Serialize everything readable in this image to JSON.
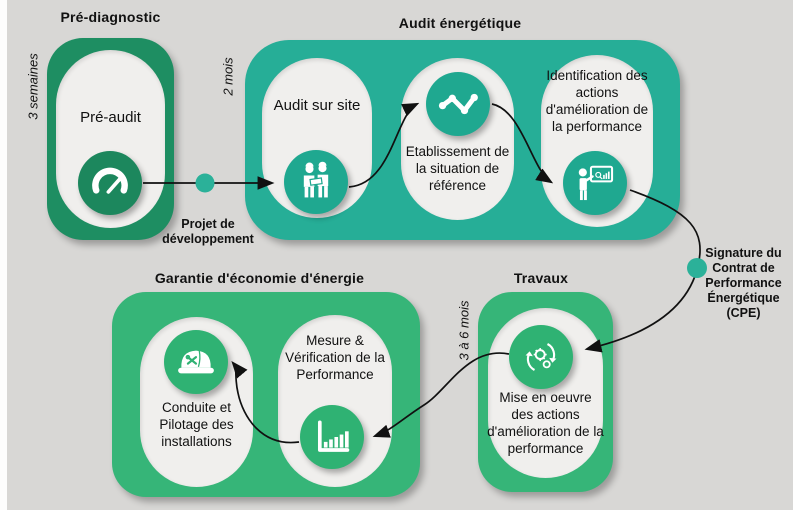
{
  "colors": {
    "background": "#d8d7d5",
    "phase_dark_green": "#1e8e62",
    "phase_teal": "#26ae97",
    "phase_green": "#36b578",
    "capsule": "#f0efed",
    "milestone_dot": "#2bb199",
    "arrow": "#111111",
    "text": "#111111"
  },
  "phases": {
    "prediagnostic": {
      "title": "Pré-diagnostic",
      "duration": "3 semaines",
      "steps": [
        {
          "label": "Pré-audit",
          "icon": "gauge-icon"
        }
      ]
    },
    "audit": {
      "title": "Audit énergétique",
      "duration": "2 mois",
      "steps": [
        {
          "label": "Audit sur site",
          "icon": "workers-icon"
        },
        {
          "label": "Etablissement de la situation de référence",
          "icon": "line-chart-icon"
        },
        {
          "label": "Identification des actions d'amélioration de la performance",
          "icon": "presenter-icon"
        }
      ]
    },
    "travaux": {
      "title": "Travaux",
      "duration": "3 à 6 mois",
      "steps": [
        {
          "label": "Mise en oeuvre des actions d'amélioration de la performance",
          "icon": "process-sync-icon"
        }
      ]
    },
    "garantie": {
      "title": "Garantie d'économie d'énergie",
      "steps": [
        {
          "label": "Conduite et Pilotage des installations",
          "icon": "helmet-tools-icon"
        },
        {
          "label": "Mesure & Vérification de la Performance",
          "icon": "bar-chart-icon"
        }
      ]
    }
  },
  "milestones": [
    {
      "label": "Projet de développement"
    },
    {
      "label": "Signature du Contrat de Performance Énergétique (CPE)"
    }
  ]
}
